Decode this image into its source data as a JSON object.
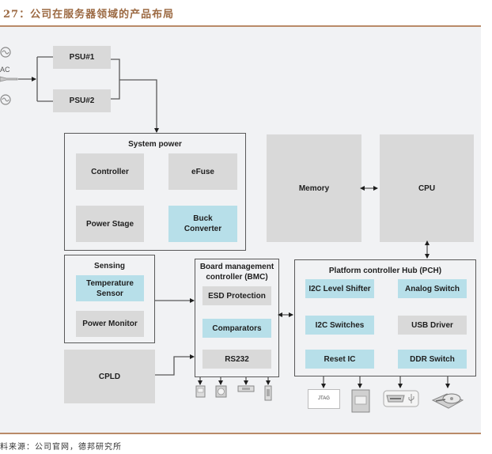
{
  "header": {
    "title": "27：公司在服务器领域的产品布局"
  },
  "footer": {
    "source": "料来源：公司官网，德邦研究所"
  },
  "diagram": {
    "ac_label": "AC",
    "psu": [
      "PSU#1",
      "PSU#2"
    ],
    "system_power": {
      "title": "System power",
      "blocks": [
        "Controller",
        "eFuse",
        "Power Stage",
        "Buck Converter"
      ]
    },
    "memory": "Memory",
    "cpu": "CPU",
    "sensing": {
      "title": "Sensing",
      "blocks": [
        "Temperature Sensor",
        "Power Monitor"
      ]
    },
    "cpld": "CPLD",
    "bmc": {
      "title": "Board management controller (BMC)",
      "blocks": [
        "ESD Protection",
        "Comparators",
        "RS232"
      ]
    },
    "pch": {
      "title": "Platform controller Hub (PCH)",
      "blocks": [
        "I2C Level Shifter",
        "Analog Switch",
        "I2C Switches",
        "USB Driver",
        "Reset IC",
        "DDR Switch"
      ]
    },
    "peripherals": {
      "jtag": "JTAG",
      "icons": [
        "sd-card-icon",
        "fan-icon",
        "serial-port-icon",
        "vertical-port-icon",
        "ethernet-port-icon",
        "usb-port-icon",
        "hard-drive-icon"
      ]
    },
    "colors": {
      "highlight": "#b7dfe9",
      "neutral": "#d9d9d9",
      "accent": "#9c6a43"
    }
  }
}
